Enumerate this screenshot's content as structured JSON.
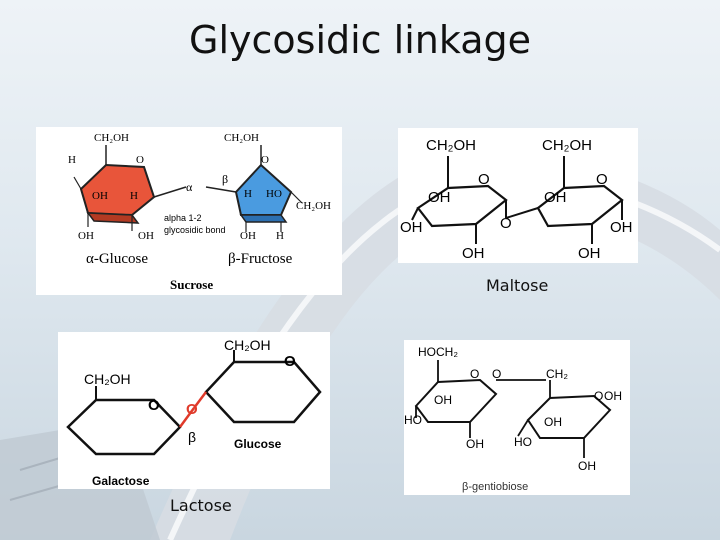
{
  "title": "Glycosidic linkage",
  "sucrose": {
    "label": "Sucrose",
    "glucose_label": "α-Glucose",
    "fructose_label": "β-Fructose",
    "bond_line1": "alpha 1-2",
    "bond_line2": "glycosidic bond",
    "alpha": "α",
    "beta": "β",
    "ring_colors": {
      "glucose": "#e8553a",
      "fructose": "#4a9be0"
    }
  },
  "maltose": {
    "caption": "Maltose"
  },
  "lactose": {
    "caption": "Lactose",
    "galactose_label": "Galactose",
    "glucose_label": "Glucose",
    "beta": "β"
  },
  "gentiobiose": {
    "label": "β-gentiobiose"
  },
  "chem": {
    "ch2oh": "CH₂OH",
    "oh": "OH",
    "o": "O",
    "h": "H",
    "ho": "HO",
    "hoch2": "HOCH₂",
    "ch2": "CH₂"
  }
}
